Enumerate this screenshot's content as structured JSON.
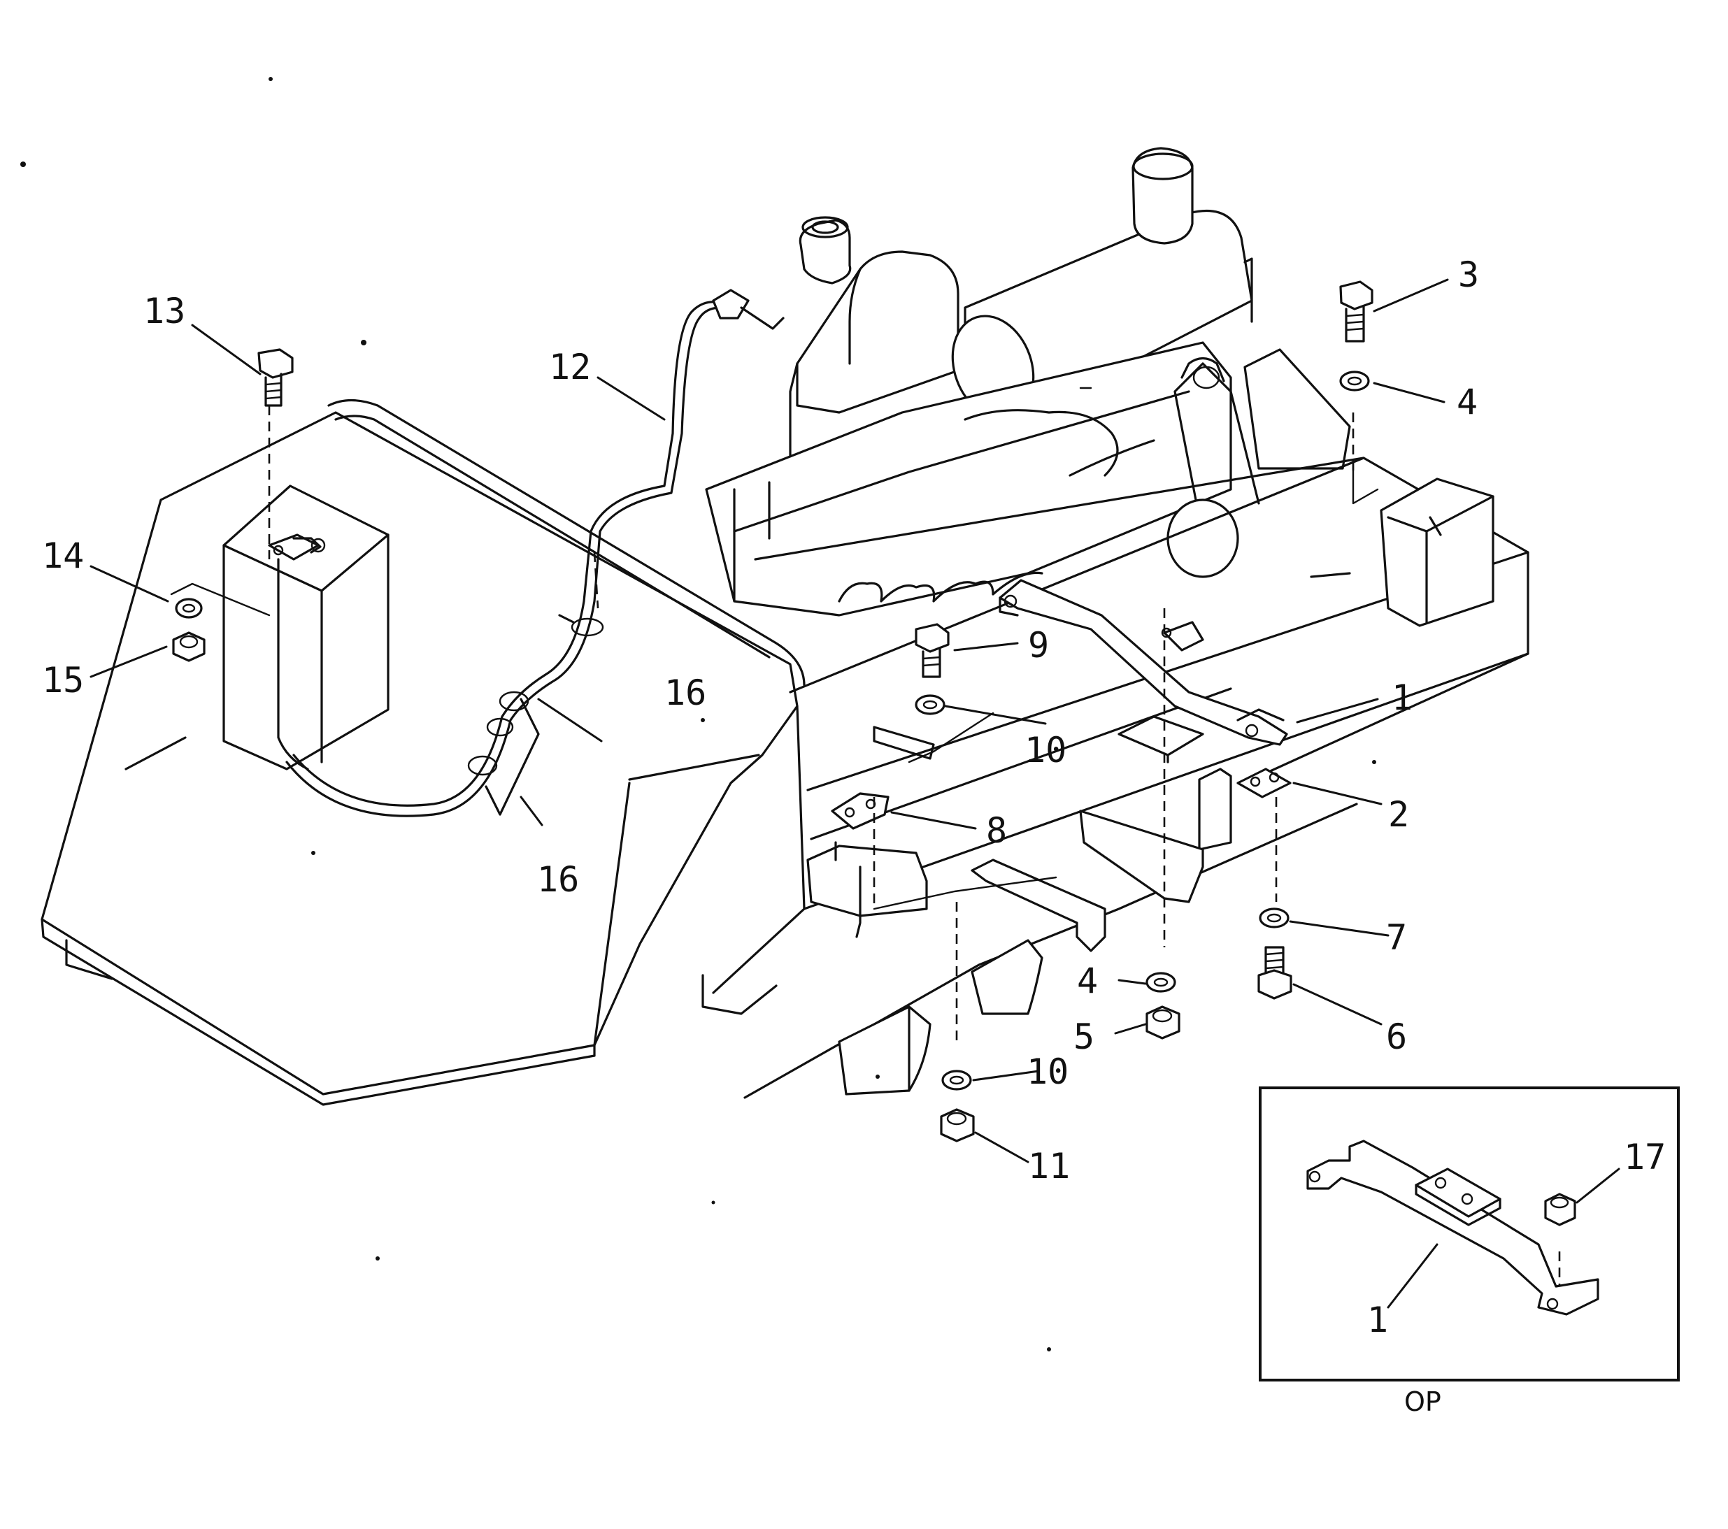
{
  "diagram": {
    "callouts": {
      "c1": "1",
      "c2": "2",
      "c3": "3",
      "c4a": "4",
      "c4b": "4",
      "c5": "5",
      "c6": "6",
      "c7": "7",
      "c8": "8",
      "c9": "9",
      "c10a": "10",
      "c10b": "10",
      "c11": "11",
      "c12": "12",
      "c13": "13",
      "c14": "14",
      "c15": "15",
      "c16a": "16",
      "c16b": "16"
    },
    "inset": {
      "label": "OP",
      "c1": "1",
      "c17": "17"
    }
  }
}
